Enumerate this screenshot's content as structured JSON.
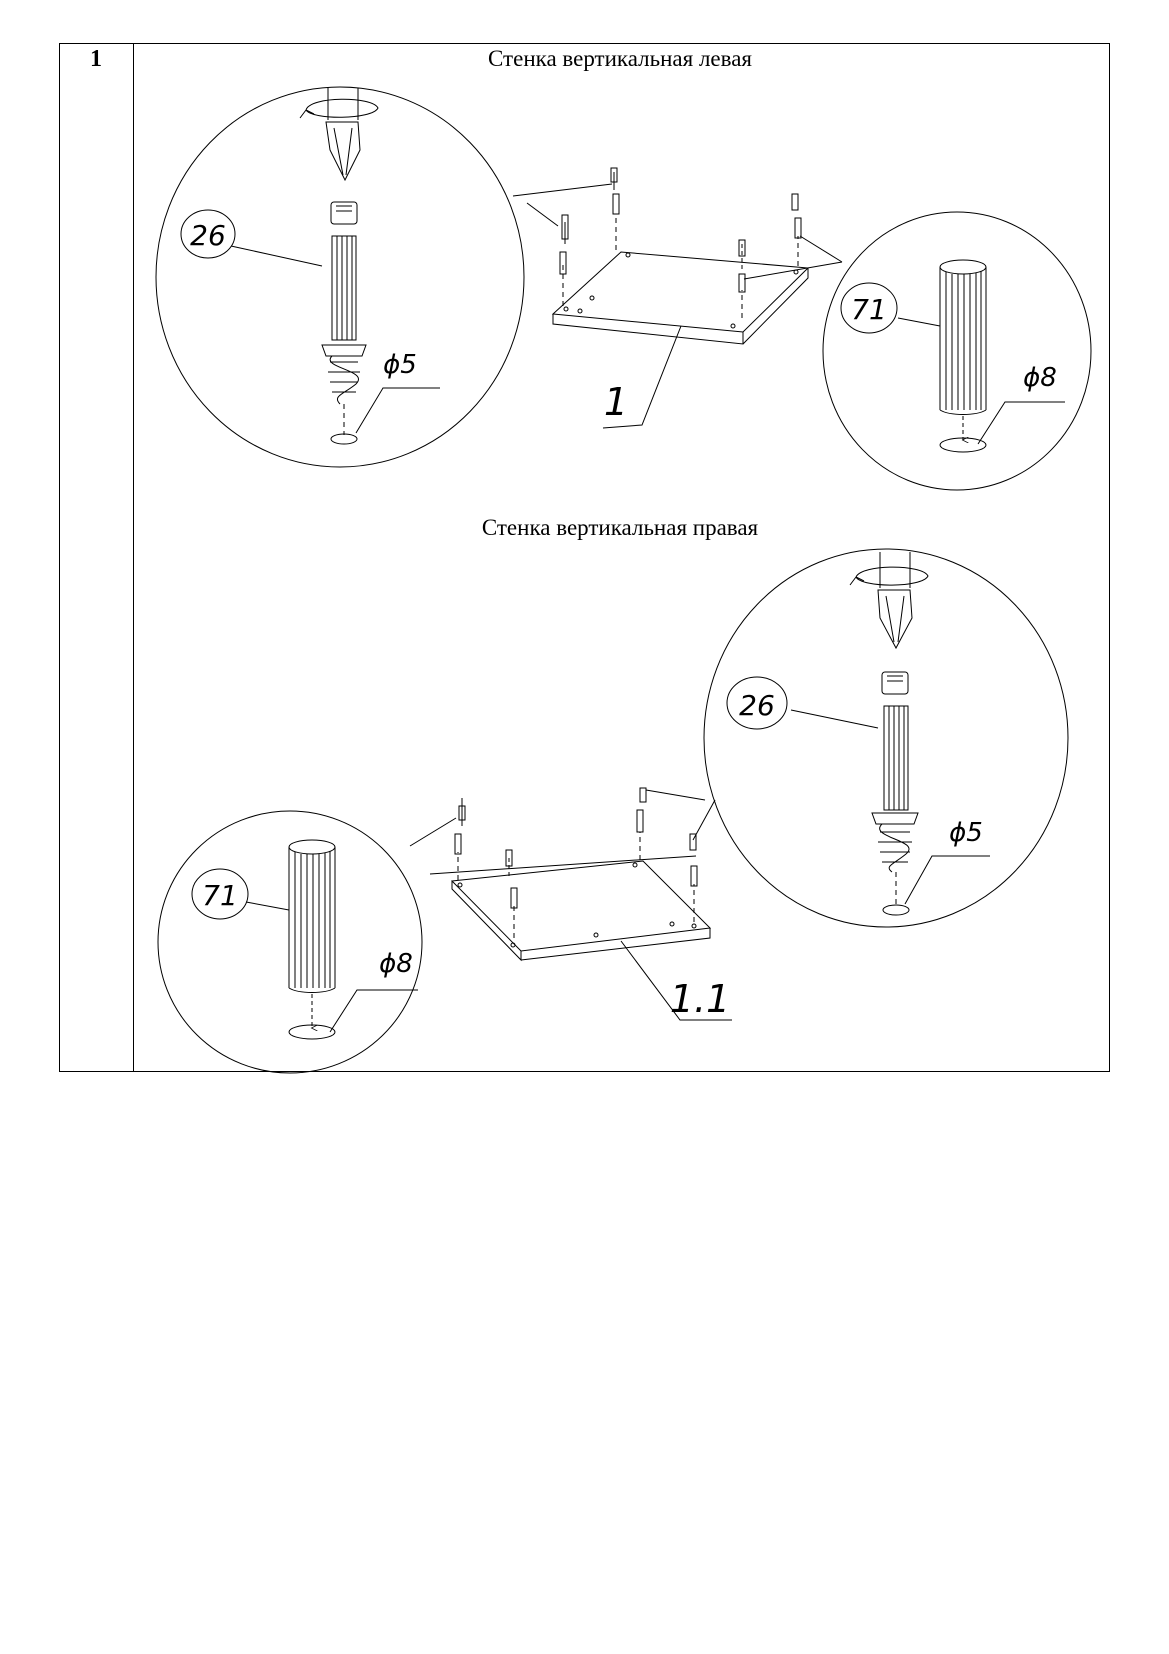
{
  "step": {
    "number": "1"
  },
  "sections": [
    {
      "title": "Стенка вертикальная левая",
      "panel_label": "1",
      "callouts": [
        {
          "part": "26",
          "hole": "ϕ5"
        },
        {
          "part": "71",
          "hole": "ϕ8"
        }
      ]
    },
    {
      "title": "Стенка вертикальная правая",
      "panel_label": "1.1",
      "callouts": [
        {
          "part": "26",
          "hole": "ϕ5"
        },
        {
          "part": "71",
          "hole": "ϕ8"
        }
      ]
    }
  ]
}
